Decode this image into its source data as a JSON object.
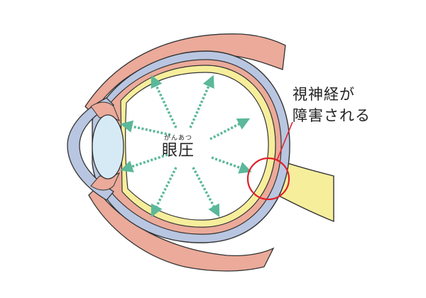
{
  "diagram": {
    "center_label": {
      "reading": "がんあつ",
      "term": "眼圧"
    },
    "callout": {
      "line1": "視神経が",
      "line2": "障害される"
    },
    "colors": {
      "sclera": "#b9c6e1",
      "choroid": "#ebaa9a",
      "retina": "#f7ee9c",
      "lens": "#d6eaf6",
      "pressure_arrow": "#5bb89a",
      "highlight_circle": "#e0202a",
      "outline": "#333333"
    }
  }
}
